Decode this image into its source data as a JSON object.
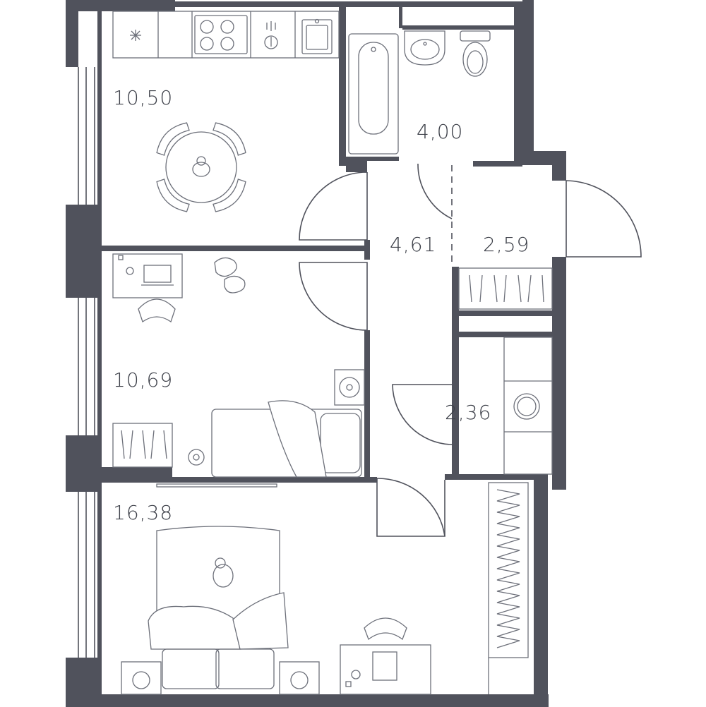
{
  "rooms": [
    {
      "id": "kitchen",
      "area": "10,50"
    },
    {
      "id": "bathroom",
      "area": "4,00"
    },
    {
      "id": "hallway",
      "area": "4,61"
    },
    {
      "id": "entrance",
      "area": "2,59"
    },
    {
      "id": "bedroom",
      "area": "10,69"
    },
    {
      "id": "laundry",
      "area": "2,36"
    },
    {
      "id": "living-room",
      "area": "16,38"
    }
  ],
  "colors": {
    "wall": "#50525c",
    "furniture_stroke": "#6d707a",
    "label": "#3d4049"
  }
}
